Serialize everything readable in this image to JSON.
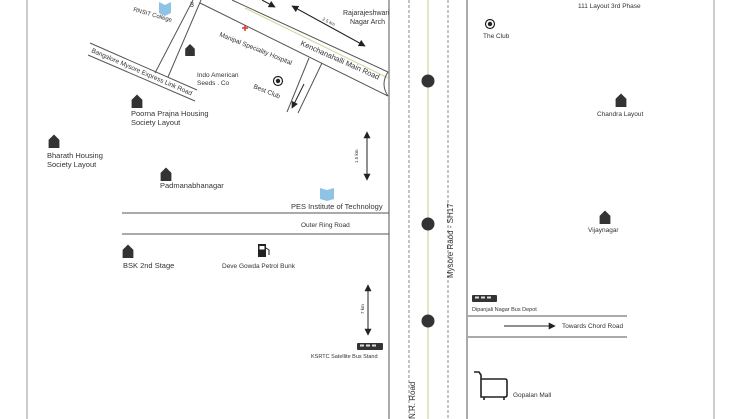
{
  "map": {
    "roads": {
      "kenchanahalli": "Kenchanahalli Main Road",
      "express_link": "Bangalore Mysore Express Link Road",
      "outer_ring": "Outer Ring Road",
      "nr_road": "N.R. Road",
      "mysore_road": "Mysore Raod - SH17",
      "chord_road": "Towards Chord Road",
      "road_number": "3"
    },
    "distances": {
      "d1": "2.5 km",
      "d2": "1.5 km",
      "d3": "7 km"
    },
    "places": {
      "rnsit": "RNSIT College",
      "manipal": "Manipal Speciality Hospital",
      "indo_american_1": "Indo American",
      "indo_american_2": "Seeds . Co",
      "best_club": "Best Club",
      "rajarajeshwari_1": "Rajarajeshwari",
      "rajarajeshwari_2": "Nagar Arch",
      "poorna_1": "Poorna Prajna Housing",
      "poorna_2": "Society Layout",
      "bharath_1": "Bharath Housing",
      "bharath_2": "Society Layout",
      "padmanabhanagar": "Padmanabhanagar",
      "pes": "PES Institute of Technology",
      "bsk": "BSK 2nd Stage",
      "petrol": "Deve Gowda Petrol Bunk",
      "ksrtc": "KSRTC Satellite Bus Stand",
      "layout_top": "111 Layout 3rd Phase",
      "the_club": "The Club",
      "chandra": "Chandra Layout",
      "vijaynagar": "Vijaynagar",
      "depot": "Dipanjali Nagar Bus Depot",
      "gopalan": "Gopalan Mall"
    },
    "colors": {
      "road": "#555555",
      "highway_center": "#c8d89a",
      "hospital": "#e03030",
      "college": "#8fc3e6",
      "icon": "#333333"
    }
  }
}
